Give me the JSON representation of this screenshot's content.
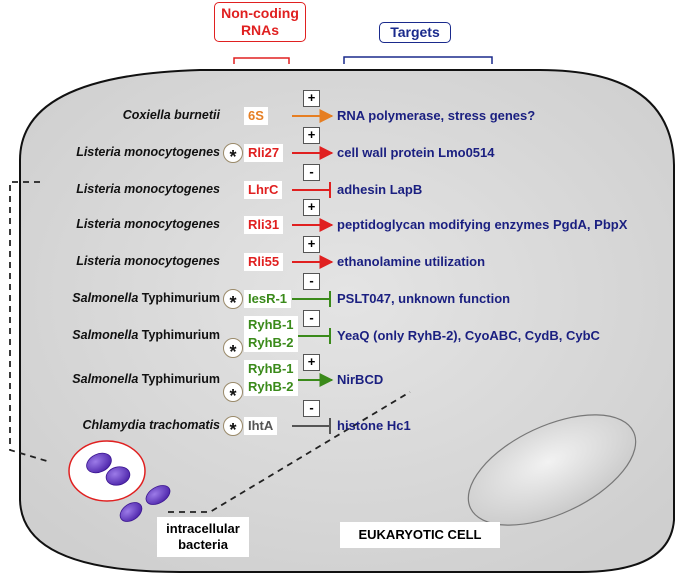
{
  "headers": {
    "noncoding": "Non-coding RNAs",
    "targets": "Targets"
  },
  "rows": [
    {
      "organism": "Coxiella burnetii",
      "serovar": "",
      "rna": [
        "6S"
      ],
      "star": false,
      "sign": "+",
      "effect": "activation",
      "color": "#e67e22",
      "target": "RNA polymerase, stress genes?"
    },
    {
      "organism": "Listeria monocytogenes",
      "serovar": "",
      "rna": [
        "Rli27"
      ],
      "star": true,
      "sign": "+",
      "effect": "activation",
      "color": "#e02020",
      "target": "cell wall protein Lmo0514"
    },
    {
      "organism": "Listeria monocytogenes",
      "serovar": "",
      "rna": [
        "LhrC"
      ],
      "star": false,
      "sign": "-",
      "effect": "repression",
      "color": "#e02020",
      "target": "adhesin LapB"
    },
    {
      "organism": "Listeria monocytogenes",
      "serovar": "",
      "rna": [
        "Rli31"
      ],
      "star": false,
      "sign": "+",
      "effect": "activation",
      "color": "#e02020",
      "target": "peptidoglycan modifying enzymes PgdA, PbpX"
    },
    {
      "organism": "Listeria monocytogenes",
      "serovar": "",
      "rna": [
        "Rli55"
      ],
      "star": false,
      "sign": "+",
      "effect": "activation",
      "color": "#e02020",
      "target": "ethanolamine utilization"
    },
    {
      "organism": "Salmonella",
      "serovar": "Typhimurium",
      "rna": [
        "IesR-1"
      ],
      "star": true,
      "sign": "-",
      "effect": "repression",
      "color": "#3a8a1a",
      "target": "PSLT047, unknown function"
    },
    {
      "organism": "Salmonella",
      "serovar": "Typhimurium",
      "rna": [
        "RyhB-1",
        "RyhB-2"
      ],
      "star": true,
      "sign": "-",
      "effect": "repression",
      "color": "#3a8a1a",
      "target": "YeaQ (only RyhB-2), CyoABC, CydB, CybC"
    },
    {
      "organism": "Salmonella",
      "serovar": "Typhimurium",
      "rna": [
        "RyhB-1",
        "RyhB-2"
      ],
      "star": true,
      "sign": "+",
      "effect": "activation",
      "color": "#3a8a1a",
      "target": "NirBCD"
    },
    {
      "organism": "Chlamydia trachomatis",
      "serovar": "",
      "rna": [
        "IhtA"
      ],
      "star": true,
      "sign": "-",
      "effect": "repression",
      "color": "#555555",
      "target": "histone Hc1"
    }
  ],
  "labels": {
    "intracellular": "intracellular bacteria",
    "eukaryotic": "EUKARYOTIC CELL"
  },
  "colors": {
    "cell_fill": "#d9d9d9",
    "bacteria": "#6a3fc8",
    "target_text": "#1a1f80",
    "header_red": "#e02020",
    "header_blue": "#1a2a8c"
  }
}
